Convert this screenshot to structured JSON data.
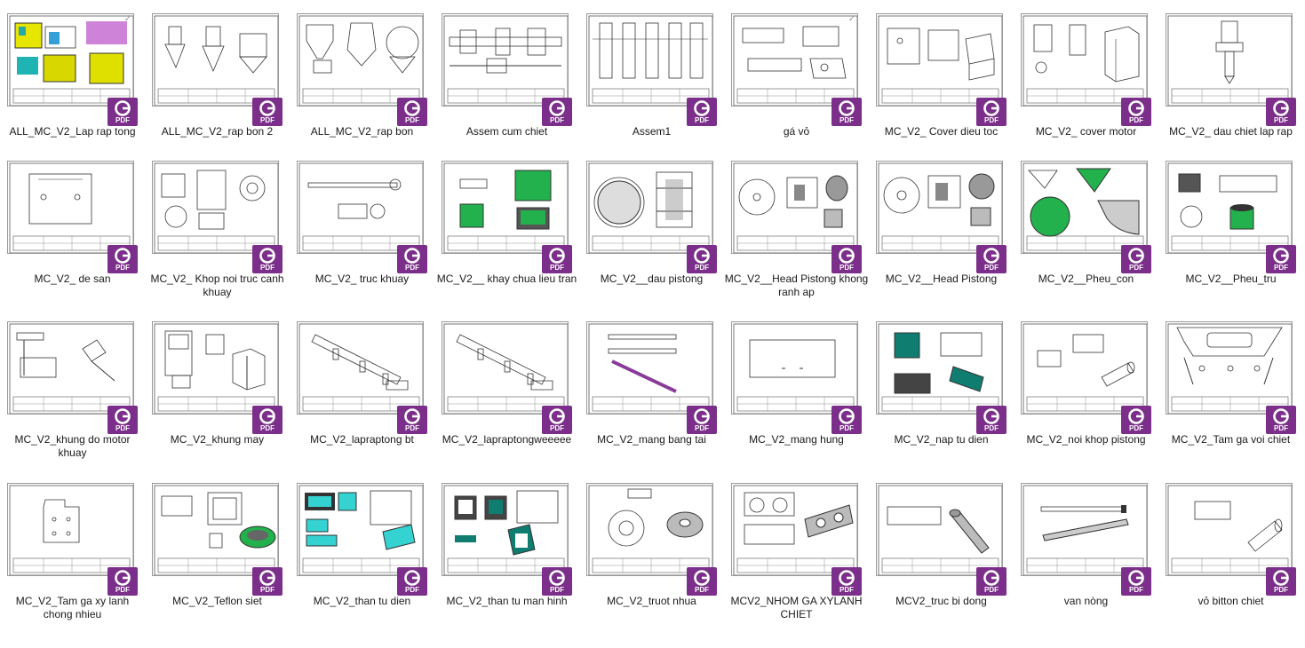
{
  "badge_label": "PDF",
  "colors": {
    "badge": "#7b2f8a",
    "green": "#22b14c",
    "cyan": "#35d2d2",
    "teal": "#0f7d70"
  },
  "files": [
    {
      "name": "ALL_MC_V2_Lap rap tong",
      "art": "assembly"
    },
    {
      "name": "ALL_MC_V2_rap bon 2",
      "art": "tanks"
    },
    {
      "name": "ALL_MC_V2_rap bon",
      "art": "tanks2"
    },
    {
      "name": "Assem cum chiet",
      "art": "horiz"
    },
    {
      "name": "Assem1",
      "art": "columns"
    },
    {
      "name": "gá vỏ",
      "art": "bracket"
    },
    {
      "name": "MC_V2_ Cover dieu toc",
      "art": "cover"
    },
    {
      "name": "MC_V2_ cover motor",
      "art": "box"
    },
    {
      "name": "MC_V2_ dau chiet lap rap",
      "art": "nozzle"
    },
    {
      "name": "MC_V2_ de san",
      "art": "plate"
    },
    {
      "name": "MC_V2_ Khop noi truc canh khuay",
      "art": "coupling"
    },
    {
      "name": "MC_V2_ truc khuay",
      "art": "shaft"
    },
    {
      "name": "MC_V2__ khay chua lieu tran",
      "art": "greentray"
    },
    {
      "name": "MC_V2__dau pistong",
      "art": "disc"
    },
    {
      "name": "MC_V2__Head Pistong khong ranh ap",
      "art": "head"
    },
    {
      "name": "MC_V2__Head Pistong",
      "art": "head2"
    },
    {
      "name": "MC_V2__Pheu_con",
      "art": "cone"
    },
    {
      "name": "MC_V2__Pheu_tru",
      "art": "cyl"
    },
    {
      "name": "MC_V2_khung do motor khuay",
      "art": "frame"
    },
    {
      "name": "MC_V2_khung may",
      "art": "cage"
    },
    {
      "name": "MC_V2_lapraptong bt",
      "art": "conveyor"
    },
    {
      "name": "MC_V2_lapraptongweeeee",
      "art": "conveyor"
    },
    {
      "name": "MC_V2_mang bang tai",
      "art": "rails"
    },
    {
      "name": "MC_V2_mang hung",
      "art": "sheet"
    },
    {
      "name": "MC_V2_nap tu dien",
      "art": "tealpanel"
    },
    {
      "name": "MC_V2_noi khop pistong",
      "art": "tube"
    },
    {
      "name": "MC_V2_Tam ga voi chiet",
      "art": "clamp"
    },
    {
      "name": "MC_V2_Tam ga xy lanh chong nhieu",
      "art": "profile"
    },
    {
      "name": "MC_V2_Teflon siet",
      "art": "ring"
    },
    {
      "name": "MC_V2_than tu dien",
      "art": "cyanbox"
    },
    {
      "name": "MC_V2_than tu man hinh",
      "art": "frames"
    },
    {
      "name": "MC_V2_truot nhua",
      "art": "flange"
    },
    {
      "name": "MCV2_NHOM GA XYLANH CHIET",
      "art": "holes"
    },
    {
      "name": "MCV2_truc bi dong",
      "art": "roller"
    },
    {
      "name": "van nòng",
      "art": "rod"
    },
    {
      "name": "vỏ bitton chiet",
      "art": "sleeve"
    }
  ]
}
